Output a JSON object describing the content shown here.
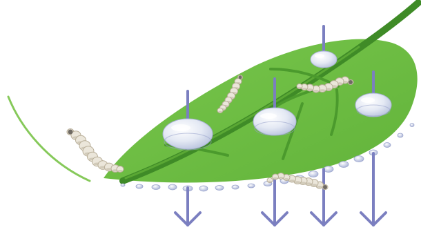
{
  "colors": {
    "background": "#ffffff",
    "leaf": "#6fc044",
    "leaf_dark": "#4f9a2a",
    "leaf_vein": "#3e8a26",
    "petiole": "#7bc24f",
    "arrow": "#7b7fc0",
    "droplet": "#c9d3ea",
    "droplet_edge": "#9aa4cc",
    "larva": "#ebe6da",
    "larva_shade": "#b8ae98",
    "larva_head": "#6f6a63"
  },
  "elements": {
    "leaf": "leaf",
    "petiole": "leaf-stem",
    "midrib": "leaf-midrib",
    "vein": "leaf-vein",
    "droplet_on_leaf": "water-droplet",
    "droplet_drip": "dripping-droplet",
    "arrow_in": "incoming-arrow",
    "arrow_out": "outgoing-arrow",
    "larva": "silkworm-larva"
  }
}
